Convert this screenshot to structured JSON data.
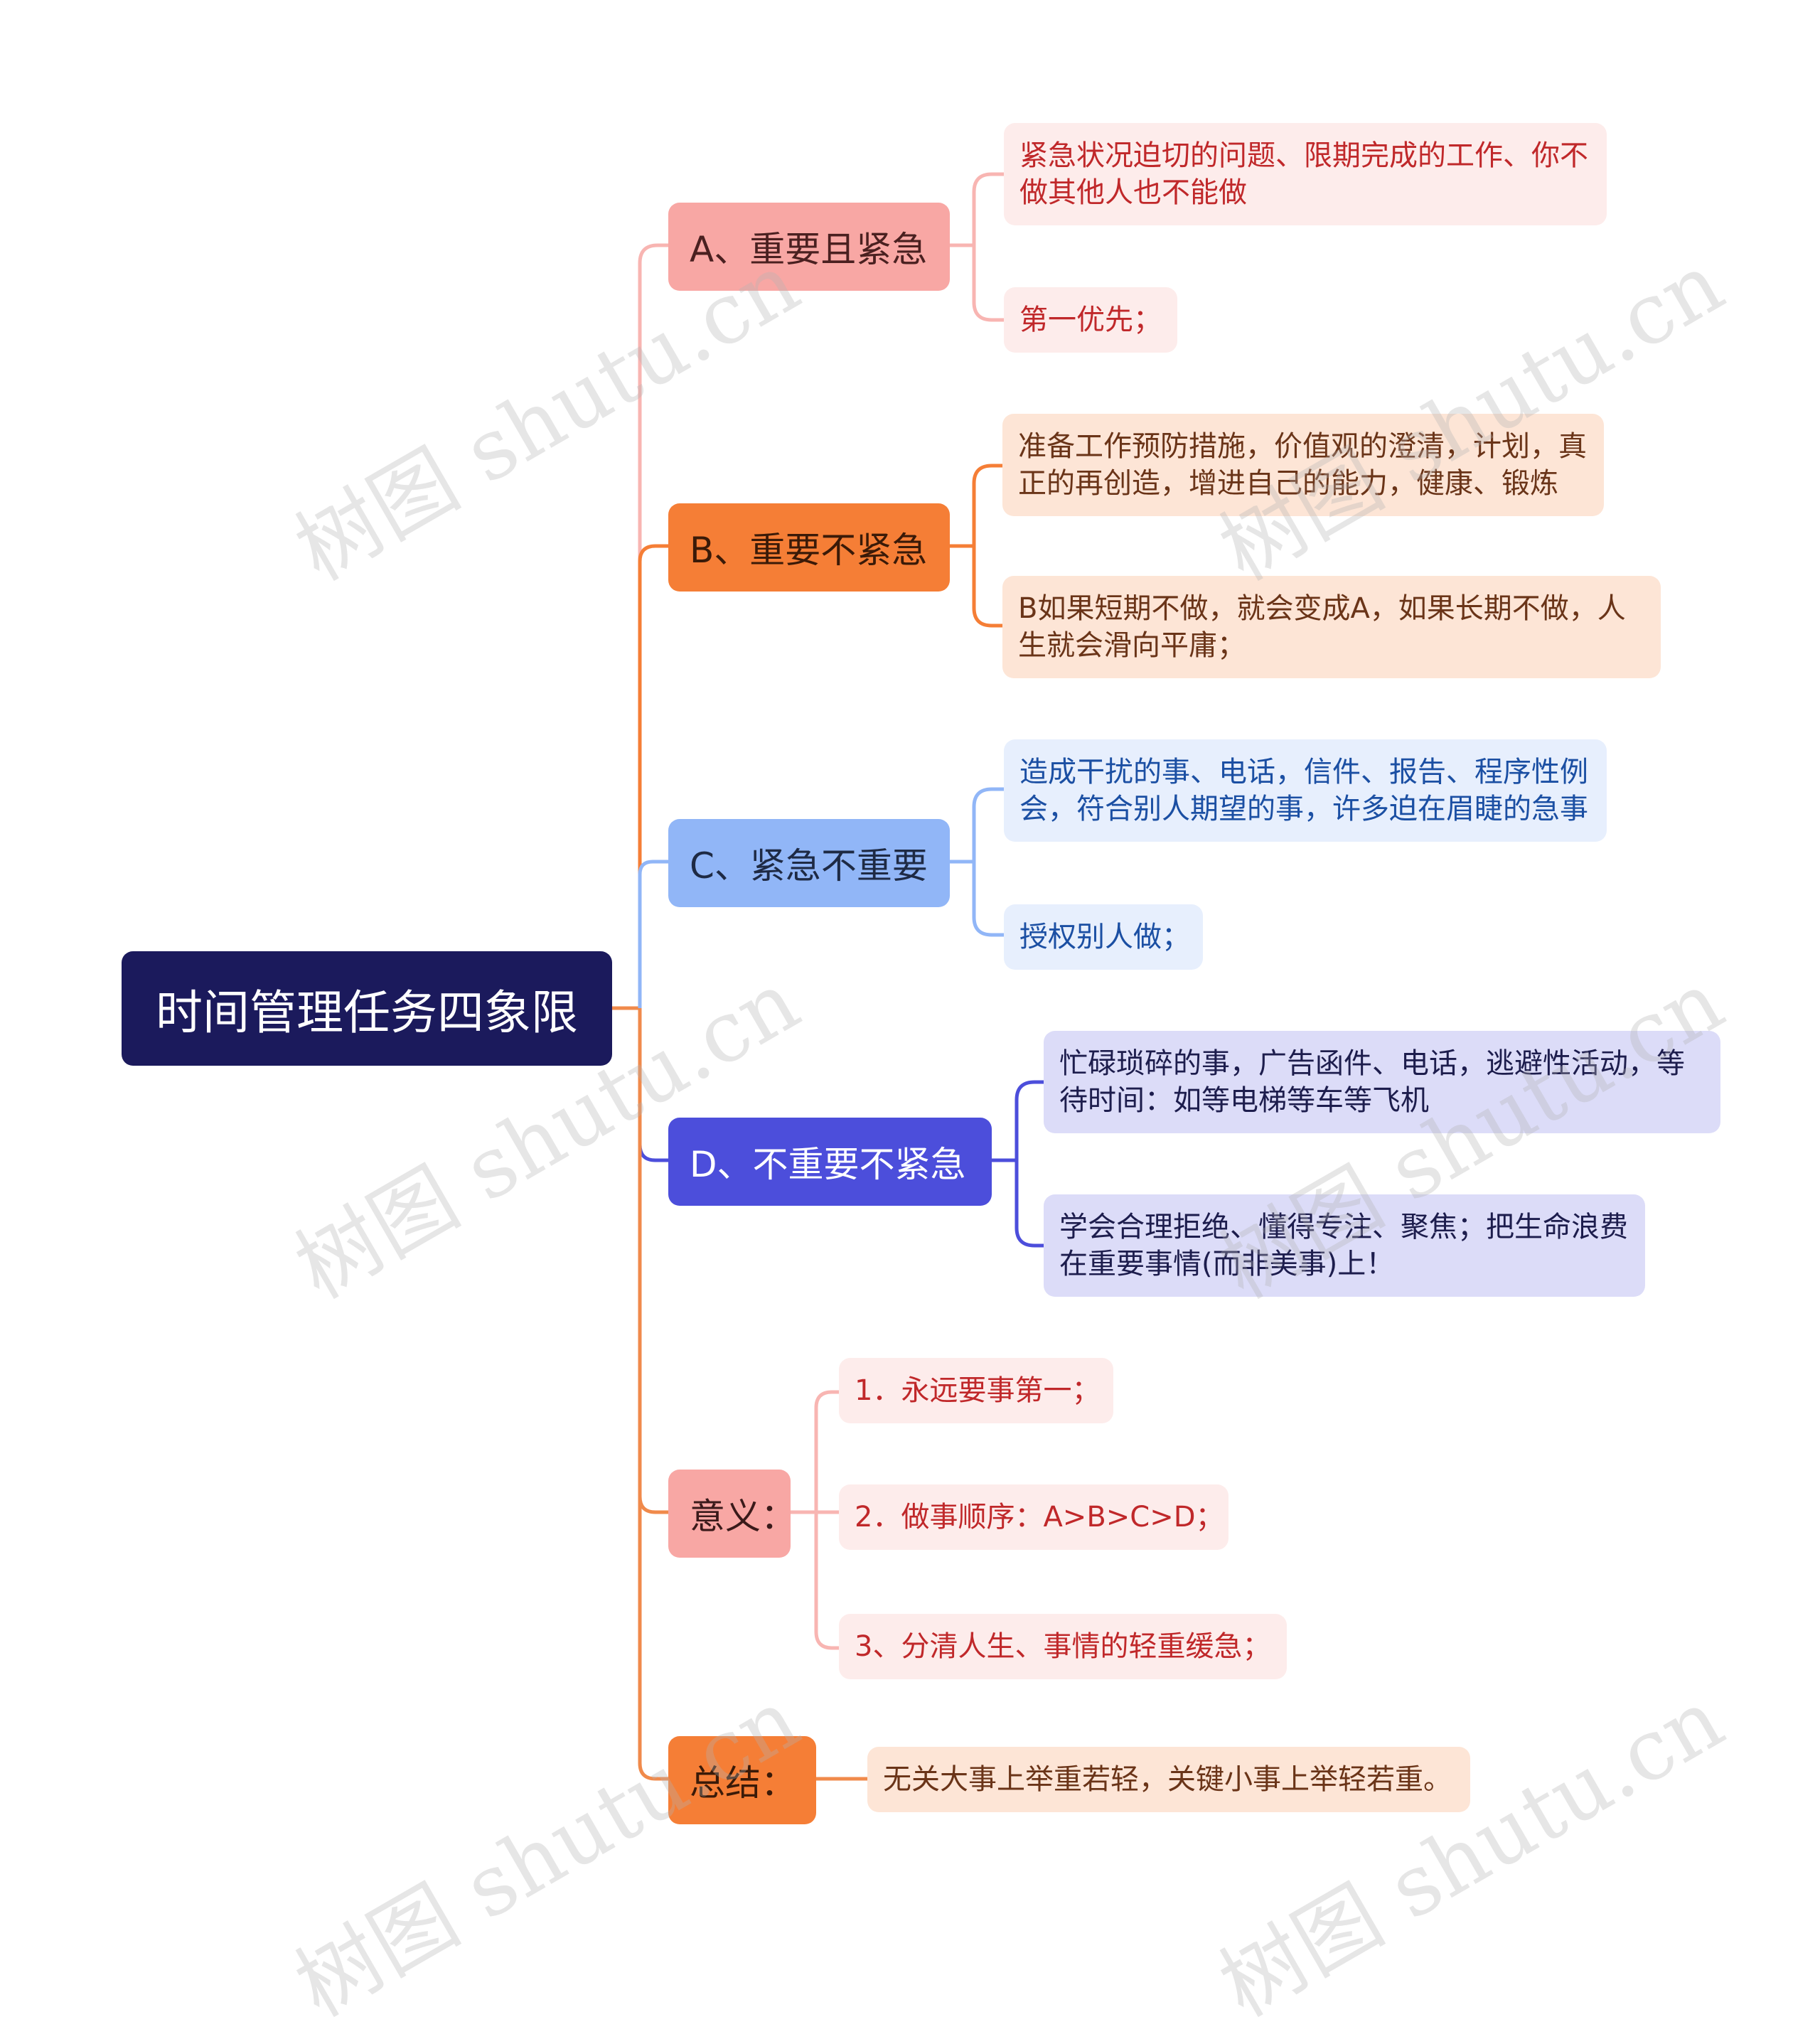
{
  "title": "时间管理任务四象限",
  "watermark": "树图 shutu.cn",
  "colors": {
    "root_bg": "#1b1a5c",
    "a": "#f8a7a4",
    "a_leaf_bg": "#fdeceb",
    "a_leaf_text": "#c0282a",
    "b": "#f57e36",
    "b_leaf_bg": "#fde5d6",
    "b_leaf_text": "#6a3418",
    "c": "#91b6f7",
    "c_leaf_bg": "#e7effd",
    "c_leaf_text": "#1b4fa3",
    "d": "#4c4edb",
    "d_leaf_bg": "#dcdcf8",
    "d_leaf_text": "#1d1d4d",
    "trunk": "#f08a4b"
  },
  "branches": [
    {
      "label": "A、重要且紧急",
      "children": [
        "紧急状况迫切的问题、限期完成的工作、你不\n做其他人也不能做",
        "第一优先；"
      ]
    },
    {
      "label": "B、重要不紧急",
      "children": [
        "准备工作预防措施，价值观的澄清，计划，真\n正的再创造，增进自己的能力，健康、锻炼",
        "B如果短期不做，就会变成A，如果长期不做，人\n生就会滑向平庸；"
      ]
    },
    {
      "label": "C、紧急不重要",
      "children": [
        "造成干扰的事、电话，信件、报告、程序性例\n会，符合别人期望的事，许多迫在眉睫的急事",
        "授权别人做；"
      ]
    },
    {
      "label": "D、不重要不紧急",
      "children": [
        "忙碌琐碎的事，广告函件、电话，逃避性活动，等\n待时间：如等电梯等车等飞机",
        "学会合理拒绝、懂得专注、聚焦；把生命浪费\n在重要事情(而非美事)上！"
      ]
    },
    {
      "label": "意义：",
      "children": [
        "1．永远要事第一；",
        "2．做事顺序：A>B>C>D；",
        "3、分清人生、事情的轻重缓急；"
      ]
    },
    {
      "label": "总结：",
      "children": [
        "无关大事上举重若轻，关键小事上举轻若重。"
      ]
    }
  ]
}
